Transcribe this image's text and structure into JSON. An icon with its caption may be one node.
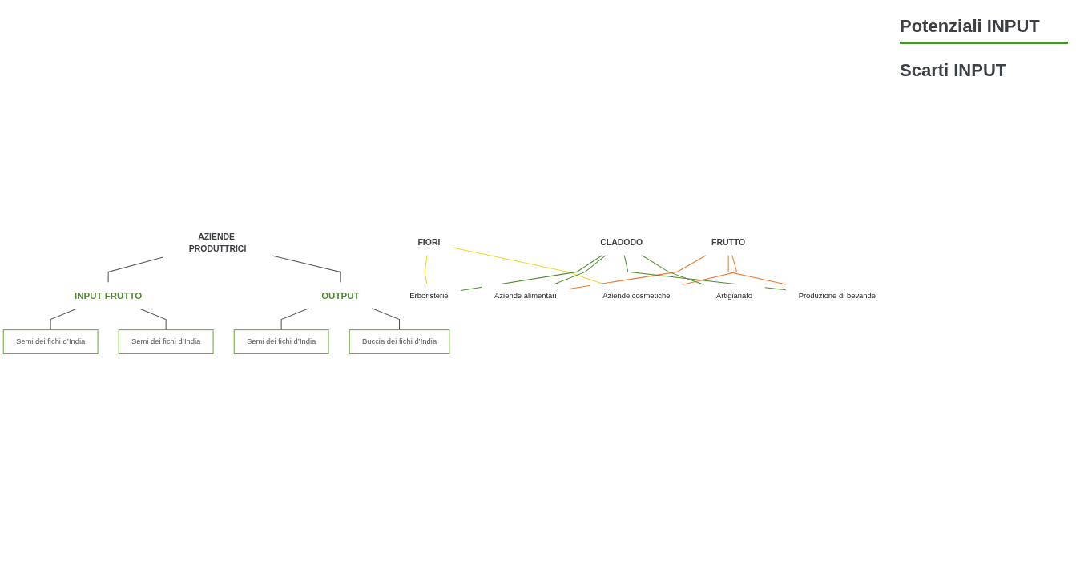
{
  "diagram": {
    "nodes": [
      {
        "text": [
          "AZIENDE PRODUTTRICI"
        ]
      },
      {
        "text": [
          "INPUT FRUTTO"
        ]
      },
      {
        "text": [
          "Semi dei fichi d’India"
        ]
      },
      {
        "text": [
          "Semi dei fichi d’India"
        ]
      },
      {
        "text": [
          "OUTPUT"
        ]
      },
      {
        "text": [
          "Semi dei fichi d’India"
        ]
      },
      {
        "text": [
          "Buccia dei fichi d’India"
        ]
      },
      {
        "text": [
          "FIORI"
        ]
      },
      {
        "text": [
          "FRUTTO"
        ]
      },
      {
        "text": [
          "CLADODO"
        ]
      },
      {
        "text": [
          "Erboristerie"
        ]
      },
      {
        "text": [
          "Aziende alimentari"
        ]
      },
      {
        "text": [
          "Produzione di bevande"
        ]
      },
      {
        "text": [
          "Aziende cosmetiche"
        ]
      },
      {
        "text": [
          "Artigianato"
        ]
      }
    ],
    "edges": [
      {
        "from": 0,
        "to": 1,
        "arrow": "none"
      },
      {
        "from": 1,
        "to": 2,
        "arrow": "none"
      },
      {
        "from": 1,
        "to": 3,
        "arrow": "none"
      },
      {
        "from": 0,
        "to": 4,
        "arrow": "none"
      },
      {
        "from": 4,
        "to": 5,
        "arrow": "none"
      },
      {
        "from": 4,
        "to": 6,
        "arrow": "none"
      },
      {
        "from": 7,
        "to": 10,
        "arrow": "none",
        "color": "#f5d327"
      },
      {
        "from": 7,
        "to": 13,
        "arrow": "none",
        "color": "#f5d327"
      },
      {
        "from": 8,
        "to": 11,
        "arrow": "none",
        "color": "#ee7a30"
      },
      {
        "from": 8,
        "to": 12,
        "arrow": "none",
        "color": "#ee7a30"
      },
      {
        "from": 8,
        "to": 13,
        "arrow": "none",
        "color": "#ee7a30"
      },
      {
        "from": 9,
        "to": 10,
        "arrow": "none",
        "color": "#4e8f2f"
      },
      {
        "from": 9,
        "to": 11,
        "arrow": "none",
        "color": "#4e8f2f"
      },
      {
        "from": 9,
        "to": 12,
        "arrow": "none",
        "color": "#4e8f2f"
      },
      {
        "from": 9,
        "to": 14,
        "arrow": "none",
        "color": "#4e8f2f"
      }
    ],
    "labels": [
      "Potenziali INPUT",
      "Scarti INPUT"
    ]
  }
}
